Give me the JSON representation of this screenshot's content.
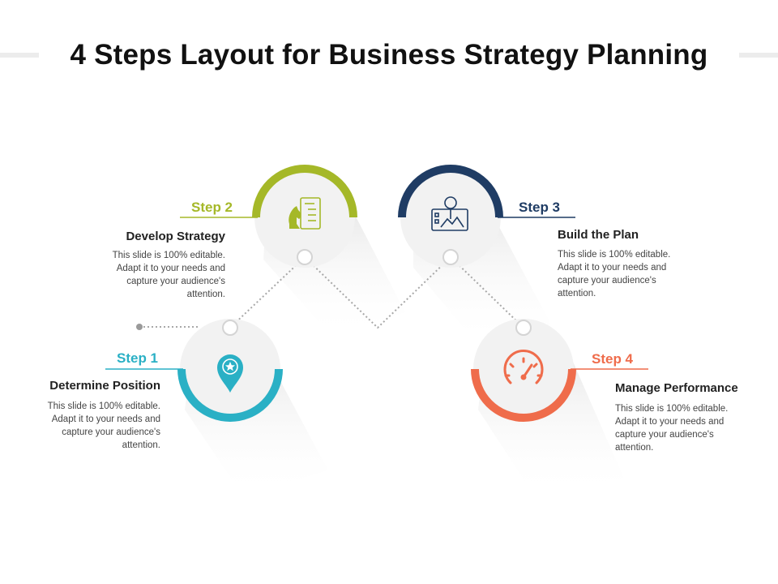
{
  "title": "4 Steps Layout  for Business Strategy Planning",
  "colors": {
    "step1": "#2ab0c5",
    "step2": "#a5b828",
    "step3": "#1f3c64",
    "step4": "#ef6c4b",
    "circle_fill": "#f2f2f2",
    "connector": "#a8a8a8"
  },
  "steps": [
    {
      "label": "Step 1",
      "heading": "Determine Position",
      "body": "This slide is 100% editable. Adapt it to your needs and capture your audience's attention.",
      "icon": "location-pin-star-icon"
    },
    {
      "label": "Step 2",
      "heading": "Develop Strategy",
      "body": "This slide is 100% editable. Adapt it to your needs and capture your audience's attention.",
      "icon": "chess-knight-strategy-icon"
    },
    {
      "label": "Step 3",
      "heading": "Build the Plan",
      "body": "This slide is 100% editable. Adapt it to your needs and capture your audience's attention.",
      "icon": "map-pin-plan-icon"
    },
    {
      "label": "Step 4",
      "heading": "Manage Performance",
      "body": "This slide is 100% editable. Adapt it to your needs and capture your audience's attention.",
      "icon": "speedometer-icon"
    }
  ]
}
